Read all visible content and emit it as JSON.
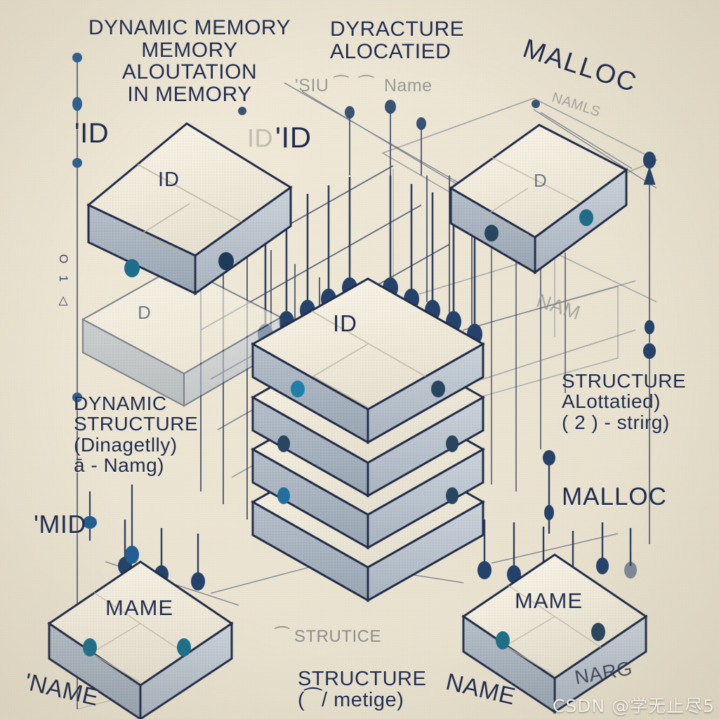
{
  "canvas": {
    "background": "#ebe4d2",
    "ink": "#1d2a4d",
    "accent": "#1f6f9e"
  },
  "labels": {
    "title": "DYNAMIC MEMORY\nMEMORY\nALOUTATION\nIN MEMORY",
    "top_center": "DYRACTURE\nALOCATIED",
    "top_center_faint": "'SIU ⁀  ⁀  Name",
    "top_right": "MALLOC",
    "top_right_faint": "NAMLS",
    "left_id_bold": "'ID",
    "center_id_faint": "ID",
    "center_id_bold": "'ID",
    "left_mid_block": "DYNAMIC\nSTRUCTURE\n(Dinagetlly)\nā - Namg)",
    "left_mid_id": "'MID",
    "right_mid_block": "STRUCTURE\nALottatied)\n( 2 ) - strirg)",
    "right_mid_malloc": "MALLOC",
    "right_nam_faint": "NAM",
    "bottom_left_name": "'NAME",
    "bottom_center_faint": "⁀ STRUTICE",
    "bottom_center": "STRUCTURE\n(⁀/ metige)",
    "bottom_right_name": "NAME",
    "bottom_right_faint": "NARG",
    "axis_glyphs": "O 1 △"
  },
  "slabs": {
    "left_top": {
      "label": "ID"
    },
    "left_ghost": {
      "label": "D"
    },
    "right_top": {
      "label": "D"
    },
    "center_stack": [
      {
        "label": "ID"
      },
      {
        "label": ""
      },
      {
        "label": ""
      },
      {
        "label": ""
      }
    ],
    "bottom_left": {
      "label": "MAME"
    },
    "bottom_right": {
      "label": "MAME"
    }
  },
  "watermark": {
    "text": "CSDN @学无止尽5"
  }
}
